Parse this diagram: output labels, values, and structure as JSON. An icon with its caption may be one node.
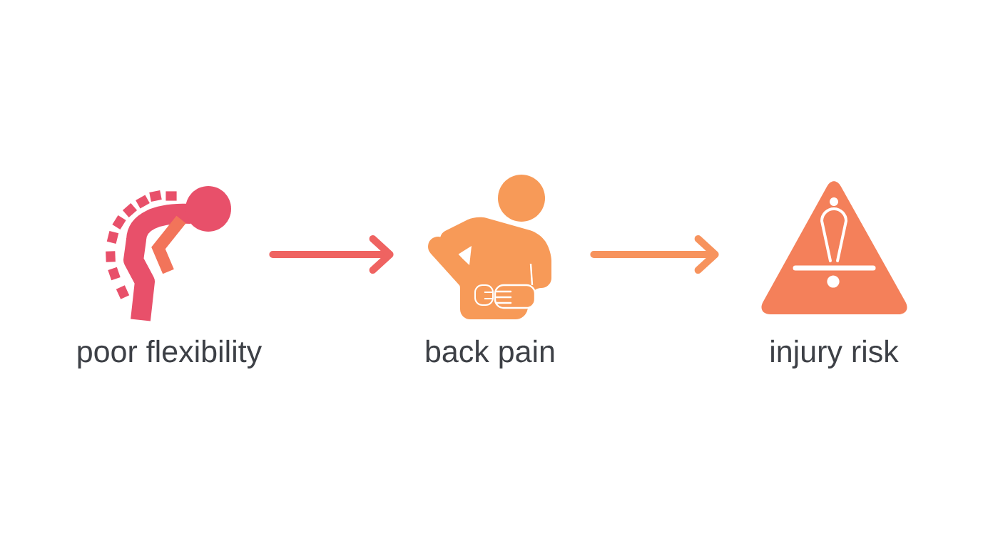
{
  "diagram": {
    "nodes": [
      {
        "text": [
          "poor flexibility"
        ]
      },
      {
        "text": [
          "back pain"
        ]
      },
      {
        "text": [
          "injury risk"
        ]
      }
    ],
    "edges": [
      {
        "from": 0,
        "to": 1,
        "arrow": "to",
        "color": "#ef6361"
      },
      {
        "from": 1,
        "to": 2,
        "arrow": "to",
        "color": "#f7935d"
      }
    ]
  }
}
